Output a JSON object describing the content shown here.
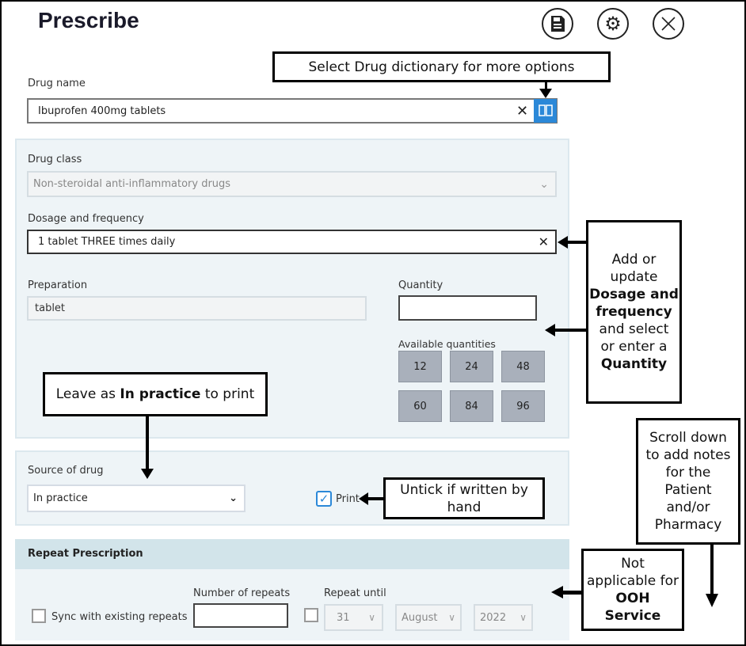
{
  "header": {
    "title": "Prescribe",
    "icons": [
      "save-icon",
      "gear-icon",
      "close-icon"
    ]
  },
  "drug_name": {
    "label": "Drug name",
    "value": "Ibuprofen 400mg tablets"
  },
  "drug_class": {
    "label": "Drug class",
    "value": "Non-steroidal anti-inflammatory drugs"
  },
  "dosage": {
    "label": "Dosage and frequency",
    "value": "1 tablet THREE times daily"
  },
  "preparation": {
    "label": "Preparation",
    "value": "tablet"
  },
  "quantity": {
    "label": "Quantity",
    "value": "",
    "available_label": "Available quantities",
    "options": [
      "12",
      "24",
      "48",
      "60",
      "84",
      "96"
    ]
  },
  "source": {
    "label": "Source of drug",
    "value": "In practice",
    "print_label": "Print",
    "print_checked": true
  },
  "repeat": {
    "header": "Repeat Prescription",
    "sync_label": "Sync with existing repeats",
    "num_label": "Number of repeats",
    "num_value": "",
    "until_label": "Repeat until",
    "day": "31",
    "month": "August",
    "year": "2022"
  },
  "callouts": {
    "dictionary": "Select Drug dictionary for more options",
    "dosage": {
      "l1": "Add or",
      "l2": "update",
      "l3": "Dosage and",
      "l4": "frequency",
      "l5": "and select",
      "l6": "or enter a",
      "l7": "Quantity"
    },
    "practice": {
      "pre": "Leave as ",
      "bold": "In practice",
      "post": " to print"
    },
    "print": "Untick if written by hand",
    "scroll": "Scroll down to add notes for the Patient and/or Pharmacy",
    "ooh": {
      "l1": "Not applicable for ",
      "bold": "OOH Service"
    }
  },
  "colors": {
    "accent": "#2b88d8",
    "panel": "#eef4f7",
    "section_header": "#d2e4ea"
  }
}
